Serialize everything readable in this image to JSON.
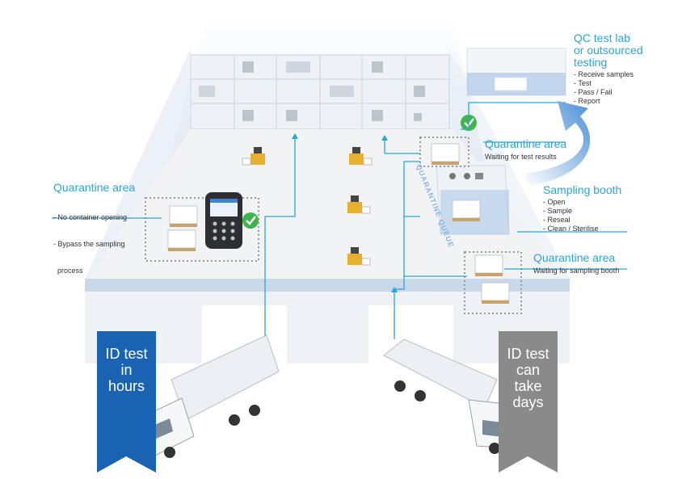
{
  "labels": {
    "qc_lab": {
      "title_lines": [
        "QC test lab",
        "or outsourced",
        "testing"
      ],
      "items": [
        "- Receive samples",
        "- Test",
        "- Pass / Fail",
        "- Report"
      ]
    },
    "quarantine_test": {
      "title": "Quarantine  area",
      "subtitle": "Waiting for test results"
    },
    "sampling_booth": {
      "title": "Sampling booth",
      "items": [
        "- Open",
        "- Sample",
        "- Reseal",
        "- Clean / Sterilise"
      ]
    },
    "quarantine_booth": {
      "title": "Quarantine  area",
      "subtitle": "Waiting for sampling booth"
    },
    "quarantine_left": {
      "title": "Quarantine area",
      "items": [
        "- No container opening",
        "- Bypass the sampling",
        "  process"
      ]
    },
    "queue": "QUARANTINE QUEUE"
  },
  "banners": {
    "fast": {
      "lines": [
        "ID test",
        "in",
        "hours"
      ],
      "color": "#1a63b3"
    },
    "slow": {
      "lines": [
        "ID test",
        "can",
        "take",
        "days"
      ],
      "color": "#8a8a8a"
    }
  },
  "colors": {
    "accent": "#2aa6d6",
    "check": "#3db54a",
    "floor": "#f2f3f5",
    "wall": "#d8e3ef"
  }
}
